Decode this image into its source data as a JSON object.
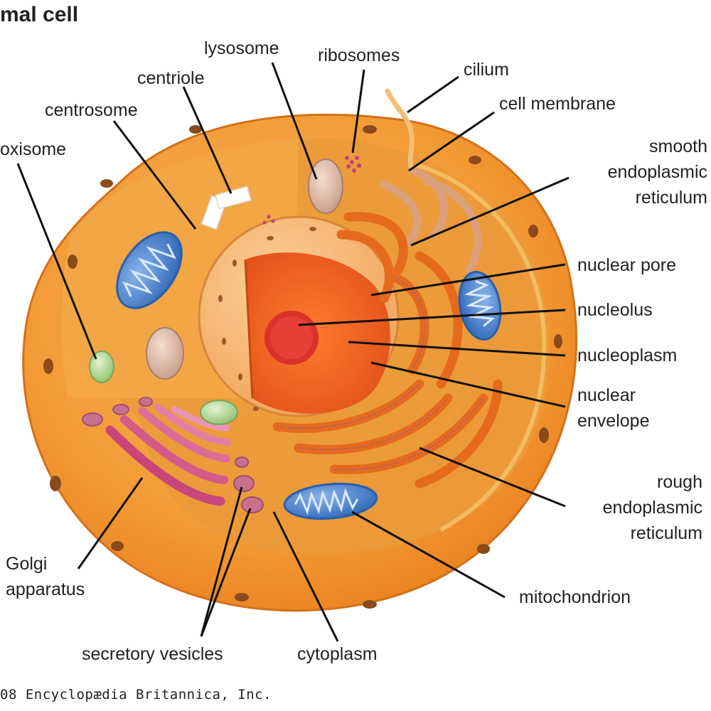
{
  "title": "mal cell",
  "credit": "08 Encyclopædia Britannica, Inc.",
  "labels": {
    "lysosome": "lysosome",
    "ribosomes": "ribosomes",
    "cilium": "cilium",
    "centriole": "centriole",
    "centrosome": "centrosome",
    "cell_membrane": "cell membrane",
    "peroxisome": "oxisome",
    "smooth_er": [
      "smooth",
      "endoplasmic",
      "reticulum"
    ],
    "nuclear_pore": "nuclear pore",
    "nucleolus": "nucleolus",
    "nucleoplasm": "nucleoplasm",
    "nuclear_envelope": [
      "nuclear",
      "envelope"
    ],
    "rough_er": [
      "rough",
      "endoplasmic",
      "reticulum"
    ],
    "golgi": [
      "Golgi",
      "apparatus"
    ],
    "mitochondrion": "mitochondrion",
    "secretory_vesicles": "secretory vesicles",
    "cytoplasm": "cytoplasm"
  },
  "colors": {
    "membrane": "#f2922e",
    "cytoplasm": "#f0a040",
    "nucleus_cut": "#ef5a1a",
    "nucleolus": "#d8322a",
    "mitochondria": "#3f7fd0",
    "golgi": "#c8467a",
    "rough_er": "#e86a1c",
    "vesicle": "#c9708f",
    "peroxisome": "#a8d088"
  }
}
